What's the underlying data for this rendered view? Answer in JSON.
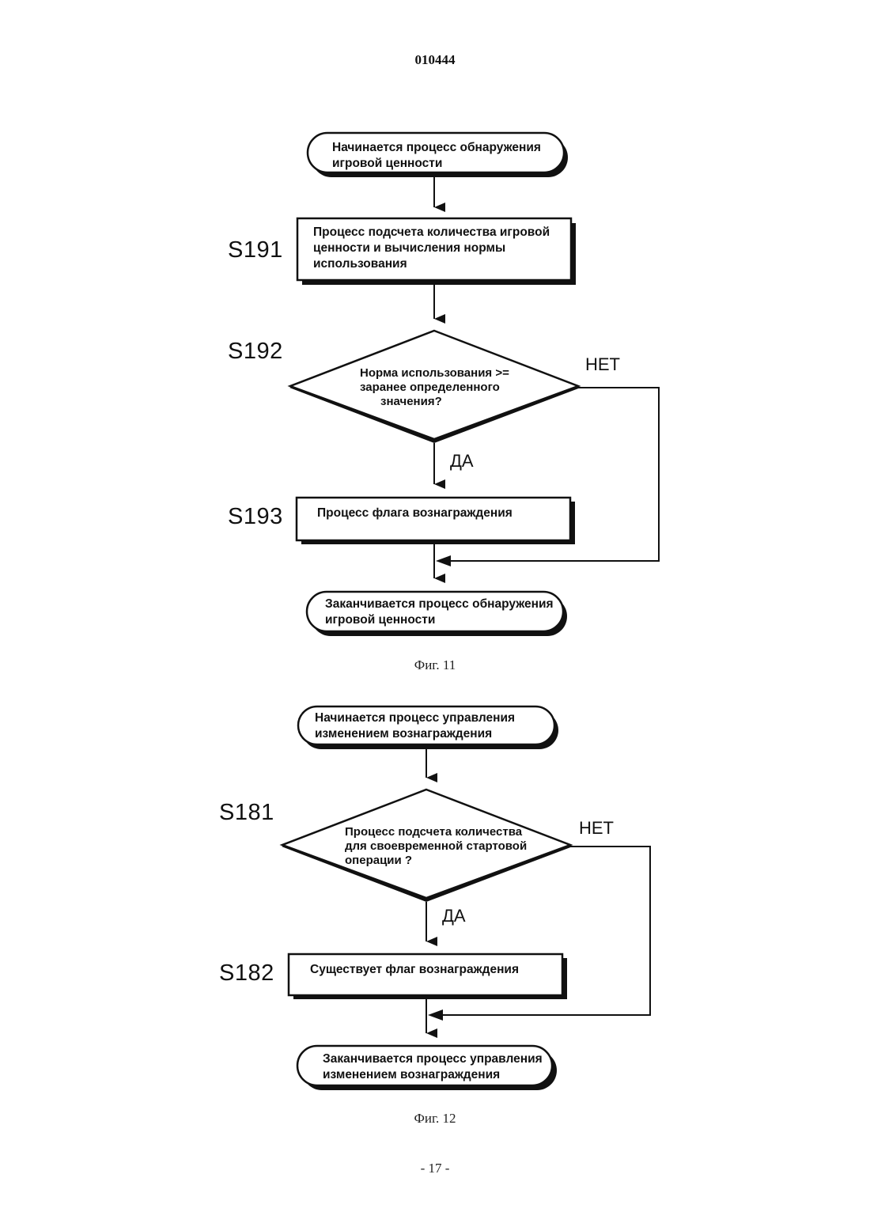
{
  "header": {
    "doc_number": "010444"
  },
  "figure11": {
    "caption": "Фиг. 11",
    "start": {
      "line1": "Начинается процесс обнаружения",
      "line2": "игровой ценности"
    },
    "s191": {
      "label": "S191",
      "line1": "Процесс подсчета количества игровой",
      "line2": "ценности и вычисления нормы",
      "line3": "использования"
    },
    "s192": {
      "label": "S192",
      "line1": "Норма использования >=",
      "line2": "заранее определенного",
      "line3": "значения?",
      "yes": "ДА",
      "no": "НЕТ"
    },
    "s193": {
      "label": "S193",
      "text": "Процесс флага вознаграждения"
    },
    "end": {
      "line1": "Заканчивается процесс обнаружения",
      "line2": "игровой ценности"
    }
  },
  "figure12": {
    "caption": "Фиг. 12",
    "start": {
      "line1": "Начинается процесс управления",
      "line2": "изменением вознаграждения"
    },
    "s181": {
      "label": "S181",
      "line1": "Процесс подсчета количества",
      "line2": "для своевременной стартовой",
      "line3": "операции ?",
      "yes": "ДА",
      "no": "НЕТ"
    },
    "s182": {
      "label": "S182",
      "text": "Существует флаг вознаграждения"
    },
    "end": {
      "line1": "Заканчивается процесс управления",
      "line2": "изменением вознаграждения"
    }
  },
  "footer": {
    "page_number": "- 17 -"
  }
}
